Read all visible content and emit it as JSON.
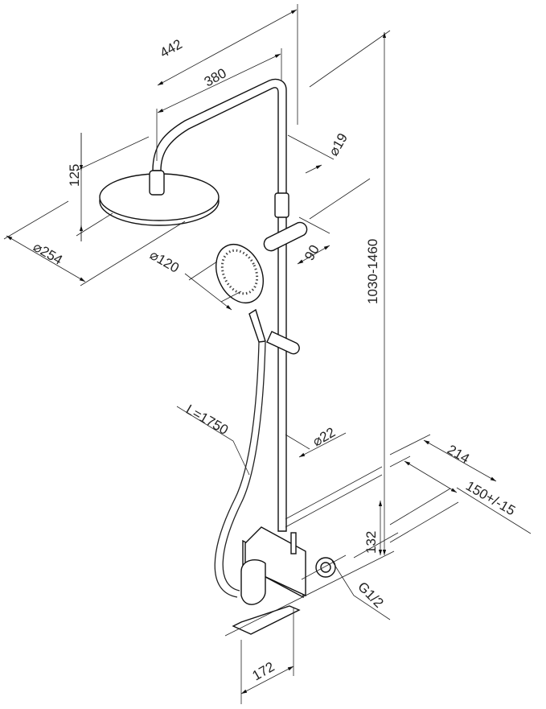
{
  "drawing": {
    "dimensions": {
      "arm_length_total": "442",
      "arm_length": "380",
      "pipe_diameter_top": "⌀19",
      "head_drop": "125",
      "head_diameter": "⌀254",
      "hand_shower_diameter": "⌀120",
      "slider_offset": "90",
      "height_range": "1030-1460",
      "hose_length": "L=1750",
      "pipe_diameter_bottom": "⌀22",
      "wall_depth": "214",
      "inlet_spacing": "150+/-15",
      "mixer_height": "132",
      "inlet_thread": "G1/2",
      "spout_reach": "172"
    }
  }
}
